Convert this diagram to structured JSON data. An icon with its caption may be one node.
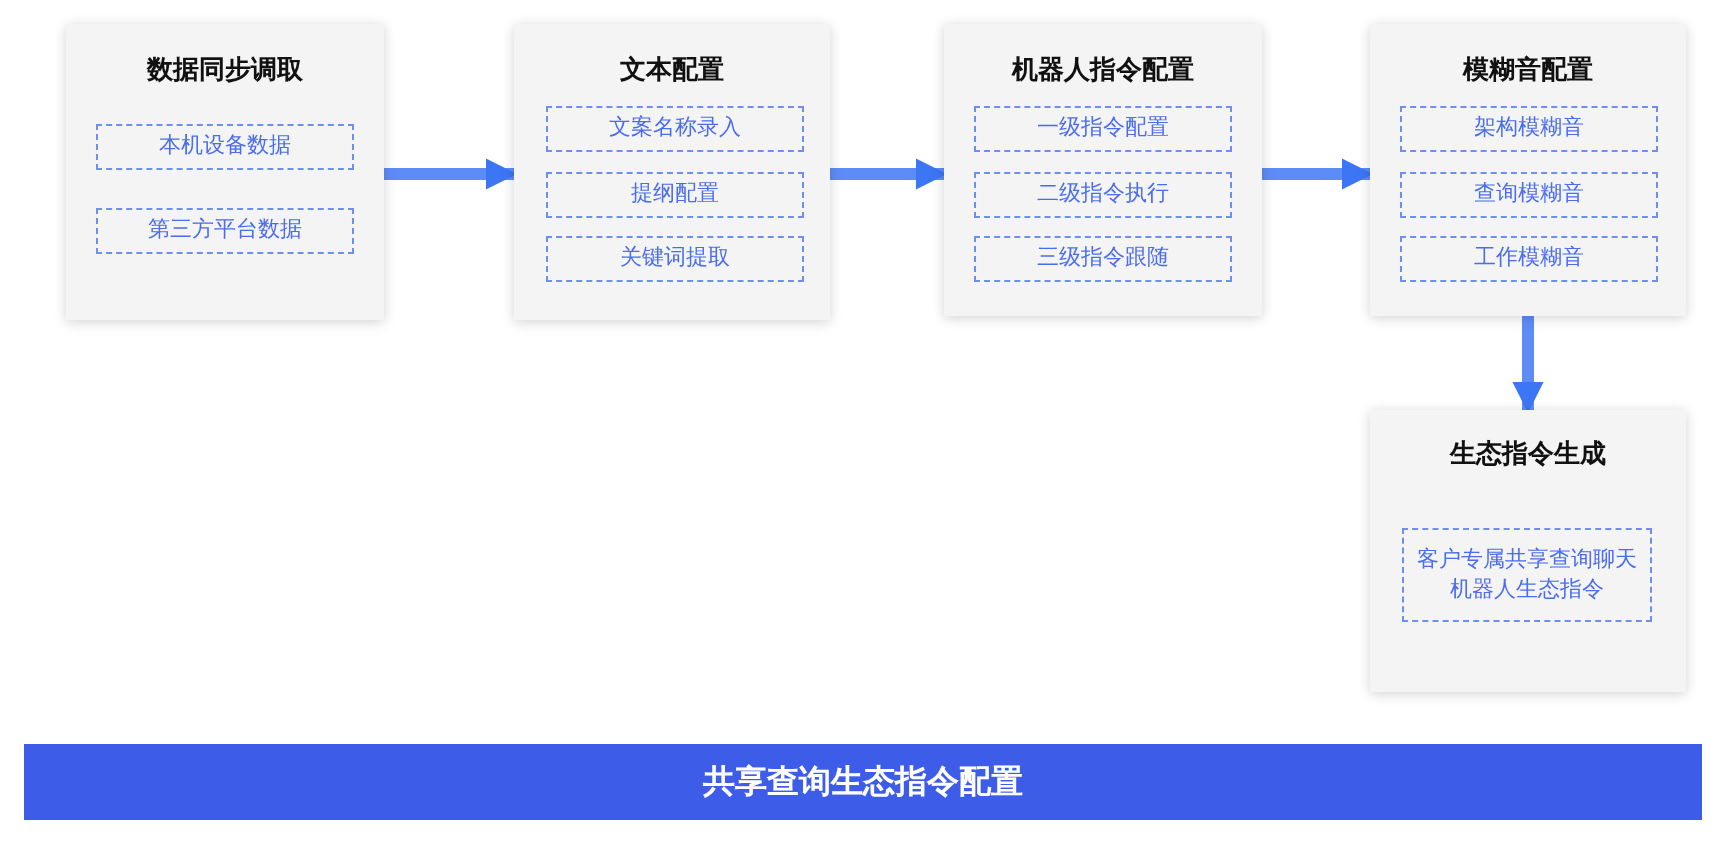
{
  "diagram": {
    "nodes": [
      {
        "text": [
          "数据同步调取"
        ]
      },
      {
        "text": [
          "本机设备数据"
        ],
        "in": 0
      },
      {
        "text": [
          "第三方平台数据"
        ],
        "in": 0
      },
      {
        "text": [
          "文本配置"
        ]
      },
      {
        "text": [
          "文案名称录入"
        ],
        "in": 3
      },
      {
        "text": [
          "提纲配置"
        ],
        "in": 3
      },
      {
        "text": [
          "关键词提取"
        ],
        "in": 3
      },
      {
        "text": [
          "机器人指令配置"
        ]
      },
      {
        "text": [
          "一级指令配置"
        ],
        "in": 7
      },
      {
        "text": [
          "二级指令执行"
        ],
        "in": 7
      },
      {
        "text": [
          "三级指令跟随"
        ],
        "in": 7
      },
      {
        "text": [
          "模糊音配置"
        ]
      },
      {
        "text": [
          "架构模糊音"
        ],
        "in": 11
      },
      {
        "text": [
          "查询模糊音"
        ],
        "in": 11
      },
      {
        "text": [
          "工作模糊音"
        ],
        "in": 11
      },
      {
        "text": [
          "生态指令生成"
        ]
      },
      {
        "text": [
          "客户专属共享查询聊天机器人生态指令"
        ],
        "in": 15
      },
      {
        "text": [
          "共享查询生态指令配置"
        ]
      }
    ],
    "edges": [
      {
        "from": 0,
        "to": 3,
        "arrow": "to"
      },
      {
        "from": 3,
        "to": 7,
        "arrow": "to"
      },
      {
        "from": 7,
        "to": 11,
        "arrow": "to"
      },
      {
        "from": 11,
        "to": 15,
        "arrow": "to"
      }
    ]
  }
}
